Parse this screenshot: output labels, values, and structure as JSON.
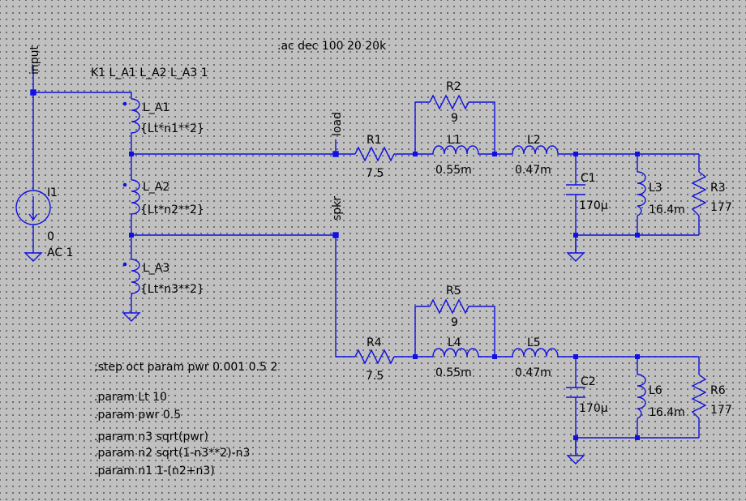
{
  "directives": {
    "analysis": ".ac dec 100 20 20k",
    "coupling": "K1 L_A1 L_A2 L_A3 1",
    "step": ";step oct param pwr 0.001 0.5 2",
    "param_lt": ".param Lt 10",
    "param_pwr": ".param pwr 0.5",
    "param_n3": ".param n3 sqrt(pwr)",
    "param_n2": ".param n2 sqrt(1-n3**2)-n3",
    "param_n1": ".param n1 1-(n2+n3)"
  },
  "nets": {
    "input": "input",
    "load": "load",
    "spkr": "spkr"
  },
  "source": {
    "name": "I1",
    "dc": "0",
    "ac": "AC 1"
  },
  "transformer": {
    "la1_name": "L_A1",
    "la1_value": "{Lt*n1**2}",
    "la2_name": "L_A2",
    "la2_value": "{Lt*n2**2}",
    "la3_name": "L_A3",
    "la3_value": "{Lt*n3**2}"
  },
  "filter_top": {
    "r1_name": "R1",
    "r1_value": "7.5",
    "r2_name": "R2",
    "r2_value": "9",
    "l1_name": "L1",
    "l1_value": "0.55m",
    "l2_name": "L2",
    "l2_value": "0.47m",
    "c1_name": "C1",
    "c1_value": "170µ",
    "l3_name": "L3",
    "l3_value": "16.4m",
    "r3_name": "R3",
    "r3_value": "177"
  },
  "filter_bottom": {
    "r4_name": "R4",
    "r4_value": "7.5",
    "r5_name": "R5",
    "r5_value": "9",
    "l4_name": "L4",
    "l4_value": "0.55m",
    "l5_name": "L5",
    "l5_value": "0.47m",
    "c2_name": "C2",
    "c2_value": "170µ",
    "l6_name": "L6",
    "l6_value": "16.4m",
    "r6_name": "R6",
    "r6_value": "177"
  }
}
